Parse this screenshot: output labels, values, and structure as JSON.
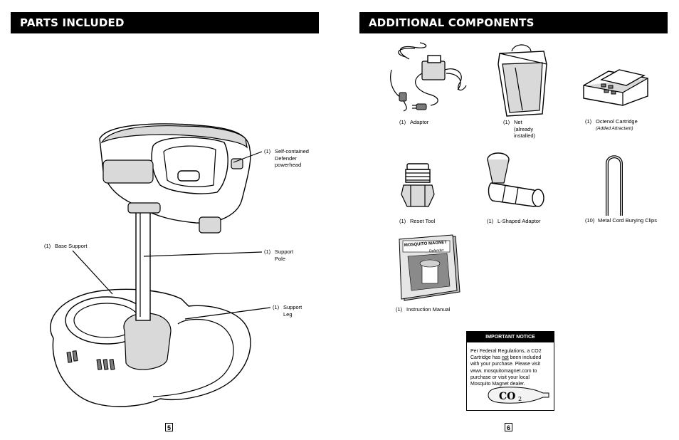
{
  "left_page": {
    "header": "PARTS INCLUDED",
    "page_number": "5",
    "parts": [
      {
        "qty": "(1)",
        "lines": [
          "Self-contained",
          "Defender",
          "powerhead"
        ]
      },
      {
        "qty": "(1)",
        "lines": [
          "Base Support"
        ]
      },
      {
        "qty": "(1)",
        "lines": [
          "Support",
          "Pole"
        ]
      },
      {
        "qty": "(1)",
        "lines": [
          "Support",
          "Leg"
        ]
      }
    ]
  },
  "right_page": {
    "header": "ADDITIONAL COMPONENTS",
    "page_number": "6",
    "components": [
      {
        "qty": "(1)",
        "lines": [
          "Adaptor"
        ]
      },
      {
        "qty": "(1)",
        "lines": [
          "Net",
          "(already",
          "installed)"
        ]
      },
      {
        "qty": "(1)",
        "lines": [
          "Octenol Cartridge"
        ],
        "sub": "(Added Attractant)"
      },
      {
        "qty": "(1)",
        "lines": [
          "Reset Tool"
        ]
      },
      {
        "qty": "(1)",
        "lines": [
          "L-Shaped Adaptor"
        ]
      },
      {
        "qty": "(10)",
        "lines": [
          "Metal Cord Burying Clips"
        ]
      },
      {
        "qty": "(1)",
        "lines": [
          "Instruction Manual"
        ]
      }
    ],
    "manual_cover": {
      "brand": "MOSQUITO MAGNET",
      "model": "Defender"
    },
    "notice": {
      "title": "IMPORTANT NOTICE",
      "text_before": "Per Federal Regulations, a CO2 Cartridge has ",
      "text_underlined": "not",
      "text_after": " been included with your purchase. Please visit www. mosquitomagnet.com to purchase or visit your local Mosquito Magnet dealer.",
      "cartridge_label": "CO",
      "cartridge_subscript": "2"
    }
  }
}
